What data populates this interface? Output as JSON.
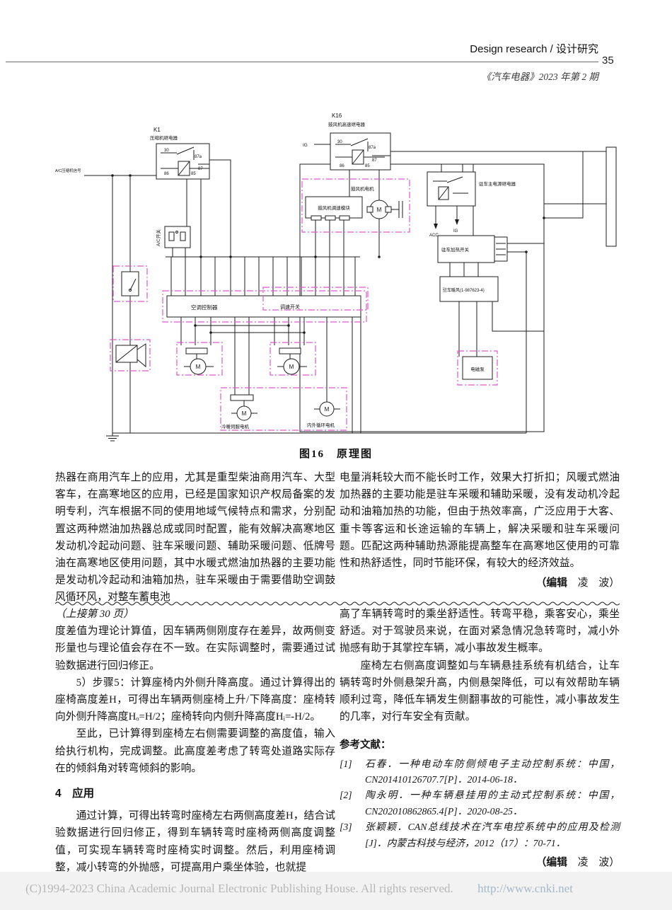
{
  "header": {
    "section_title": "Design research / 设计研究",
    "page_number": "35",
    "journal_issue": "《汽车电器》2023 年第 2 期"
  },
  "figure": {
    "caption": "图16　原理图",
    "labels": {
      "k1_id": "K1",
      "k1_name": "压缩机继电器",
      "k16_id": "K16",
      "k16_name": "鼓风机高速继电器",
      "ig": "IG",
      "ig2": "IG",
      "acc": "ACC",
      "ac_input": "A/C压缩机信号",
      "t30": "30",
      "t87a": "87a",
      "t87": "87",
      "t86": "86",
      "t85": "85",
      "ac_switch": "A/C开关",
      "blower_module": "鼓风机调速模块",
      "blower_motor": "鼓风机电机",
      "park_relay": "驻车主电源继电器",
      "park_switch": "驻车加热开关",
      "park_heater": "驻车暖风(1-987623-4)",
      "pump": "电磁泵",
      "controller": "空调控制器",
      "speed_switch": "调速开关",
      "servo_motor": "冷暖伺服电机",
      "circulation_motor": "内外循环电机",
      "motor": "M"
    }
  },
  "section1": {
    "left_text": "热器在商用汽车上的应用，尤其是重型柴油商用汽车、大型客车，在高寒地区的应用，已经是国家知识产权局备案的发明专利，汽车根据不同的使用地域气候特点和需求，分别配置这两种燃油加热器总成或同时配置，能有效解决高寒地区发动机冷起动问题、驻车采暖问题、辅助采暖问题、低牌号油在高寒地区使用问题，其中水暖式燃油加热器的主要功能是发动机冷起动和油箱加热，驻车采暖由于需要借助空调鼓风循环风，对整车蓄电池",
    "right_text": "电量消耗较大而不能长时工作，效果大打折扣；风暖式燃油加热器的主要功能是驻车采暖和辅助采暖，没有发动机冷起动和油箱加热的功能，但由于热效率高，广泛应用于大客、重卡等客运和长途运输的车辆上，解决采暖和驻车采暖问题。匹配这两种辅助热源能提高整车在高寒地区使用的可靠性和热舒适性，同时节能环保，有较大的经济效益。",
    "editor_prefix": "（编辑",
    "editor_names": "凌　波）"
  },
  "section2": {
    "continued_note": "（上接第 30 页）",
    "left_p1": "度差值为理论计算值，因车辆两侧刚度存在差异，故两侧变形量也与理论值会存在不一致。在实际调整时，需要通过试验数据进行回归修正。",
    "left_p2": "5）步骤5：计算座椅内外侧升降高度。通过计算得出的座椅高度差H，可得出车辆两侧座椅上升/下降高度：座椅转向外侧升降高度Hₒ=H/2；座椅转向内侧升降高度Hᵢ=-H/2。",
    "left_p3": "至此，已计算得到座椅左右侧需要调整的高度值，输入给执行机构，完成调整。此高度差考虑了转弯处道路实际存在的倾斜角对转弯倾斜的影响。",
    "heading": "4　应用",
    "left_p4": "通过计算，可得出转弯时座椅左右两侧高度差H，结合试验数据进行回归修正，得到车辆转弯时座椅两侧高度调整值，可实现车辆转弯时座椅实时调整。然后，利用座椅调整，减小转弯的外抛感，可提高用户乘坐体验，也就提",
    "right_p1": "高了车辆转弯时的乘坐舒适性。转弯平稳，乘客安心，乘坐舒适。对于驾驶员来说，在面对紧急情况急转弯时，减小外抛感有助于其掌控车辆，减小事故发生概率。",
    "right_p2": "座椅左右侧高度调整如与车辆悬挂系统有机结合，让车辆转弯时外侧悬架升高，内侧悬架降低，可以有效帮助车辆顺利过弯，降低车辆发生侧翻事故的可能性，减小事故发生的几率，对行车安全有贡献。",
    "references_heading": "参考文献：",
    "references": [
      {
        "num": "[1]",
        "text": "石春．一种电动车防侧倾电子主动控制系统：中国，CN201410126707.7[P]．2014-06-18．"
      },
      {
        "num": "[2]",
        "text": "陶永明．一种车辆悬挂用的主动式控制系统：中国，CN202010862865.4[P]．2020-08-25．"
      },
      {
        "num": "[3]",
        "text": "张颖颖．CAN总线技术在汽车电控系统中的应用及检测[J]．内蒙古科技与经济，2012（17）：70-71．"
      }
    ],
    "editor_prefix": "（编辑",
    "editor_names": "凌　波）"
  },
  "footer": {
    "copyright": "(C)1994-2023 China Academic Journal Electronic Publishing House. All rights reserved.",
    "url": "http://www.cnki.net"
  }
}
